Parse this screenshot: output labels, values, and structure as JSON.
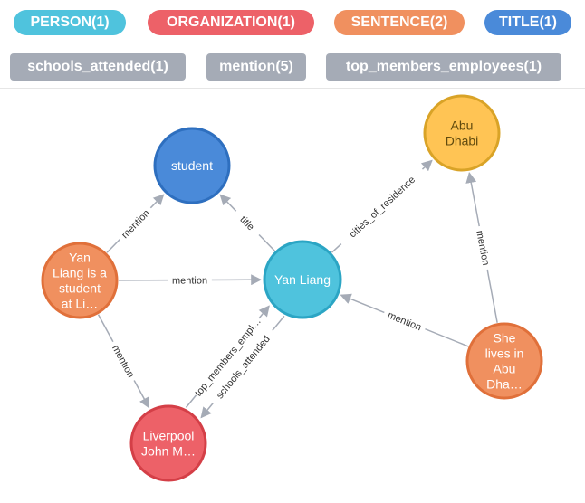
{
  "legend": {
    "node_types": [
      {
        "label": "PERSON(1)",
        "color": "#4fc3dd"
      },
      {
        "label": "ORGANIZATION(1)",
        "color": "#ed6168"
      },
      {
        "label": "SENTENCE(2)",
        "color": "#f0905f"
      },
      {
        "label": "TITLE(1)",
        "color": "#4a8ad9"
      }
    ],
    "relationship_types": [
      {
        "label": "schools_attended(1)"
      },
      {
        "label": "mention(5)"
      },
      {
        "label": "top_members_employees(1)"
      }
    ]
  },
  "graph": {
    "nodes": [
      {
        "id": "student",
        "lines": [
          "student"
        ],
        "type": "TITLE",
        "fill": "#4a8ad9",
        "stroke": "#2e6fbf",
        "dark": false
      },
      {
        "id": "abu_dhabi",
        "lines": [
          "Abu",
          "Dhabi"
        ],
        "type": "LOCATION",
        "fill": "#ffc454",
        "stroke": "#d9a327",
        "dark": true
      },
      {
        "id": "sentence1",
        "lines": [
          "Yan",
          "Liang is a",
          "student",
          "at Li…"
        ],
        "type": "SENTENCE",
        "fill": "#f0905f",
        "stroke": "#e0703a",
        "dark": false
      },
      {
        "id": "yan_liang",
        "lines": [
          "Yan Liang"
        ],
        "type": "PERSON",
        "fill": "#4fc3dd",
        "stroke": "#2ba5c4",
        "dark": false
      },
      {
        "id": "sentence2",
        "lines": [
          "She",
          "lives in",
          "Abu",
          "Dha…"
        ],
        "type": "SENTENCE",
        "fill": "#f0905f",
        "stroke": "#e0703a",
        "dark": false
      },
      {
        "id": "liverpool",
        "lines": [
          "Liverpool",
          "John M…"
        ],
        "type": "ORGANIZATION",
        "fill": "#ed6168",
        "stroke": "#d43f47",
        "dark": false
      }
    ],
    "edges": [
      {
        "from": "sentence1",
        "to": "student",
        "label": "mention"
      },
      {
        "from": "sentence1",
        "to": "yan_liang",
        "label": "mention"
      },
      {
        "from": "sentence1",
        "to": "liverpool",
        "label": "mention"
      },
      {
        "from": "yan_liang",
        "to": "student",
        "label": "title"
      },
      {
        "from": "yan_liang",
        "to": "abu_dhabi",
        "label": "cities_of_residence"
      },
      {
        "from": "yan_liang",
        "to": "liverpool",
        "label": "schools_attended"
      },
      {
        "from": "liverpool",
        "to": "yan_liang",
        "label": "top_members_empl…"
      },
      {
        "from": "sentence2",
        "to": "yan_liang",
        "label": "mention"
      },
      {
        "from": "sentence2",
        "to": "abu_dhabi",
        "label": "mention"
      }
    ]
  }
}
